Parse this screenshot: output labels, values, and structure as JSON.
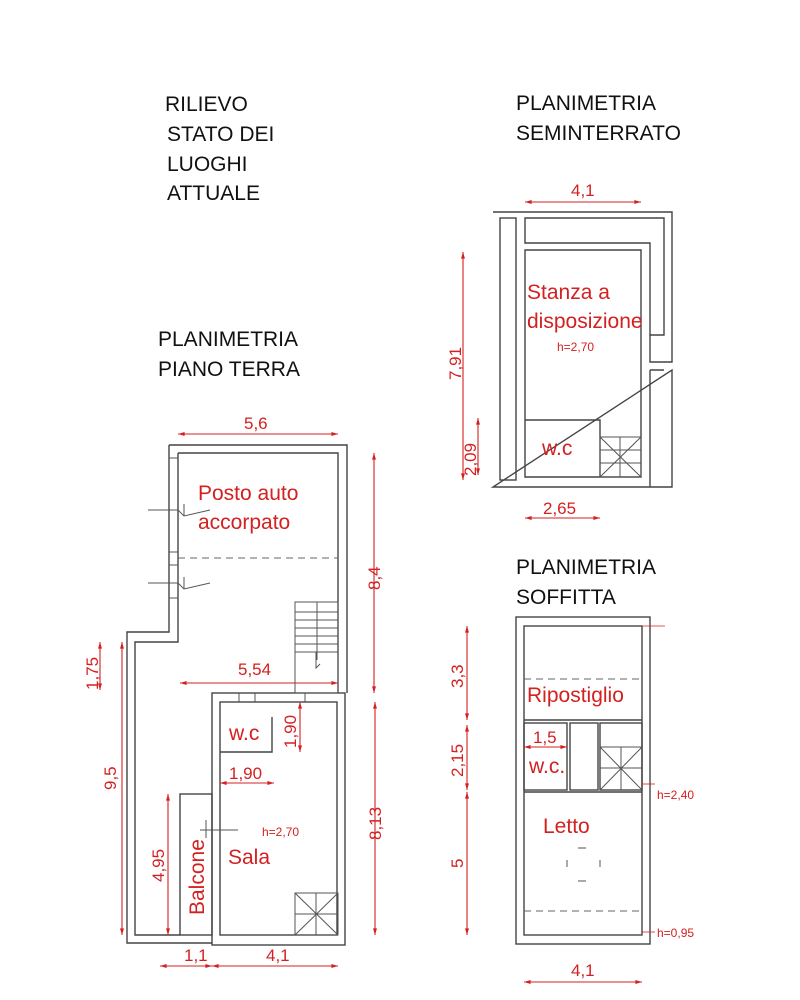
{
  "header": {
    "lines": [
      "RILIEVO",
      "STATO DEI",
      "LUOGHI",
      "ATTUALE"
    ]
  },
  "piano_terra": {
    "title": [
      "PLANIMETRIA",
      "PIANO TERRA"
    ],
    "rooms": {
      "posto_auto_1": "Posto auto",
      "posto_auto_2": "accorpato",
      "wc": "w.c",
      "sala": "Sala",
      "balcone": "Balcone"
    },
    "height": "h=2,70",
    "dims": {
      "width_top": "5,6",
      "height_garage": "8,4",
      "width_mid": "5,54",
      "step": "1,75",
      "height_total": "9,5",
      "wc_height": "1,90",
      "wc_width": "1,90",
      "height_sala": "8,13",
      "balcone_height": "4,95",
      "balcone_width": "1,1",
      "sala_width": "4,1"
    }
  },
  "seminterrato": {
    "title": [
      "PLANIMETRIA",
      "SEMINTERRATO"
    ],
    "rooms": {
      "stanza_1": "Stanza a",
      "stanza_2": "disposizione",
      "wc": "w.c"
    },
    "height": "h=2,70",
    "dims": {
      "width": "4,1",
      "height": "7,91",
      "wc_height": "2,09",
      "wc_width": "2,65"
    }
  },
  "soffitta": {
    "title": [
      "PLANIMETRIA",
      "SOFFITTA"
    ],
    "rooms": {
      "ripostiglio": "Ripostiglio",
      "wc": "w.c.",
      "letto": "Letto"
    },
    "heights": {
      "high": "h=2,40",
      "low": "h=0,95"
    },
    "dims": {
      "ripostiglio": "3,3",
      "middle": "2,15",
      "letto": "5",
      "wc_width": "1,5",
      "width": "4,1"
    }
  }
}
